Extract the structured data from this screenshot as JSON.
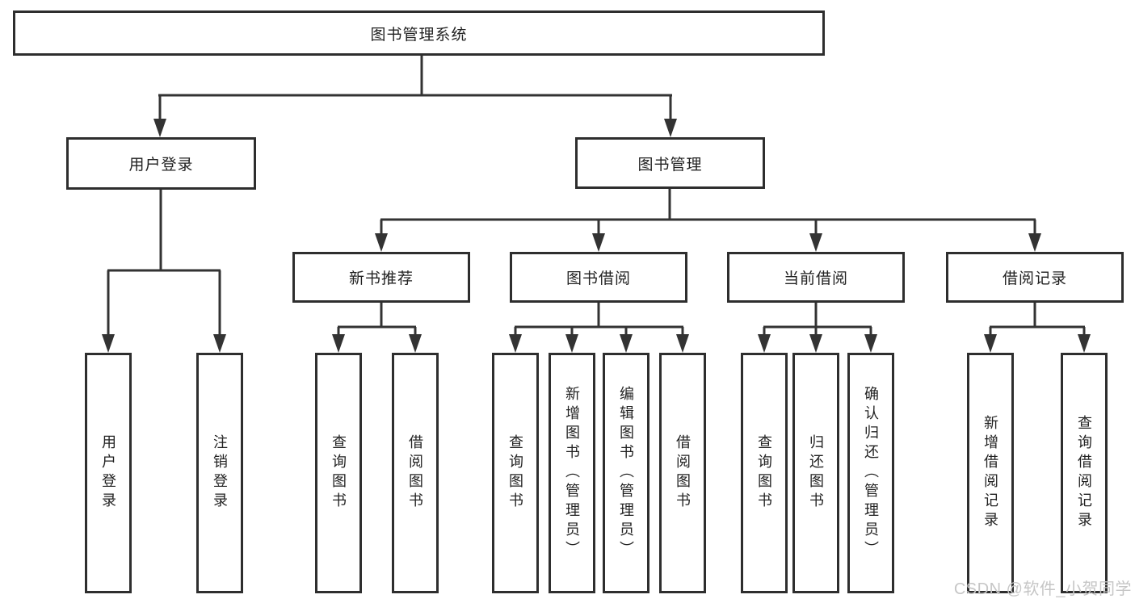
{
  "diagram": {
    "root": {
      "label": "图书管理系统"
    },
    "level2": {
      "user_login": {
        "label": "用户登录"
      },
      "book_mgmt": {
        "label": "图书管理"
      }
    },
    "level3": {
      "new_books": {
        "label": "新书推荐"
      },
      "borrowing": {
        "label": "图书借阅"
      },
      "current": {
        "label": "当前借阅"
      },
      "records": {
        "label": "借阅记录"
      }
    },
    "leaves": {
      "user_login_1": "用户登录",
      "user_login_2": "注销登录",
      "new_books_1": "查询图书",
      "new_books_2": "借阅图书",
      "borrowing_1": "查询图书",
      "borrowing_2": "新增图书（管理员）",
      "borrowing_3": "编辑图书（管理员）",
      "borrowing_4": "借阅图书",
      "current_1": "查询图书",
      "current_2": "归还图书",
      "current_3": "确认归还（管理员）",
      "records_1": "新增借阅记录",
      "records_2": "查询借阅记录"
    }
  },
  "watermark": "CSDN @软件_小贺同学",
  "colors": {
    "line": "#333333",
    "box_border": "#2e2e2e",
    "text": "#222222",
    "background": "#ffffff",
    "watermark": "#c6c6c6"
  }
}
